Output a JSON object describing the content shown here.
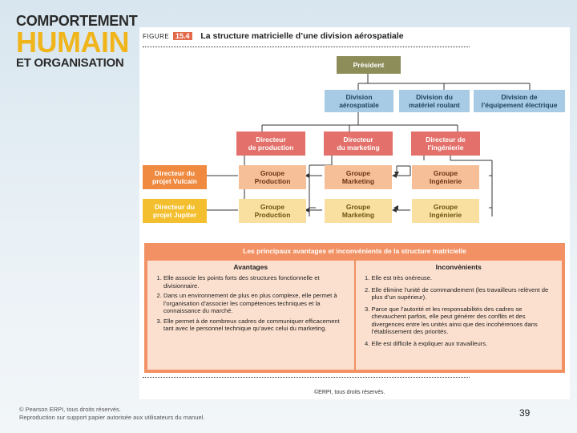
{
  "logo": {
    "line1": "COMPORTEMENT",
    "line2": "HUMAIN",
    "line3": "ET ORGANISATION"
  },
  "figure": {
    "label": "FIGURE",
    "number": "15.4",
    "title": "La structure matricielle d’une division aérospatiale"
  },
  "chart": {
    "president": "Président",
    "divisions": [
      "Division\naérospatiale",
      "Division du\nmatériel roulant",
      "Division de\nl’équipement électrique"
    ],
    "directors": [
      "Directeur\nde production",
      "Directeur\ndu marketing",
      "Directeur de\nl’ingénierie"
    ],
    "projects": [
      "Directeur du\nprojet Vulcain",
      "Directeur du\nprojet Jupiter"
    ],
    "groups_row1": [
      "Groupe\nProduction",
      "Groupe\nMarketing",
      "Groupe\nIngénierie"
    ],
    "groups_row2": [
      "Groupe\nProduction",
      "Groupe\nMarketing",
      "Groupe\nIngénierie"
    ]
  },
  "table": {
    "title": "Les principaux avantages et inconvénients de la structure matricielle",
    "pros_header": "Avantages",
    "pros": [
      "Elle associe les points forts des structures fonctionnelle et divisionnaire.",
      "Dans un environnement de plus en plus complexe, elle permet à l’organisation d’associer les compétences techniques et la connaissance du marché.",
      "Elle permet à de nombreux cadres de communiquer efficacement tant avec le personnel technique qu’avec celui du marketing."
    ],
    "cons_header": "Inconvénients",
    "cons": [
      "Elle est très onéreuse.",
      "Elle élimine l’unité de commandement (les travailleurs relèvent de plus d’un supérieur).",
      "Parce que l’autorité et les responsabilités des cadres se chevauchent parfois, elle peut générer des conflits et des divergences entre les unités ainsi que des incohérences dans l’établissement des priorités.",
      "Elle est difficile à expliquer aux travailleurs."
    ]
  },
  "credit": "©ERPI, tous droits réservés.",
  "footer": {
    "line1": "© Pearson ERPI, tous droits réservés.",
    "line2": "Reproduction sur support papier autorisée aux utilisateurs du manuel."
  },
  "page_number": "39",
  "colors": {
    "president": "#8d8d5a",
    "division": "#a8cbe5",
    "director": "#e3706a",
    "project_vulcain": "#ef8a40",
    "project_jupiter": "#f4bf2e",
    "table_header": "#f29163"
  }
}
